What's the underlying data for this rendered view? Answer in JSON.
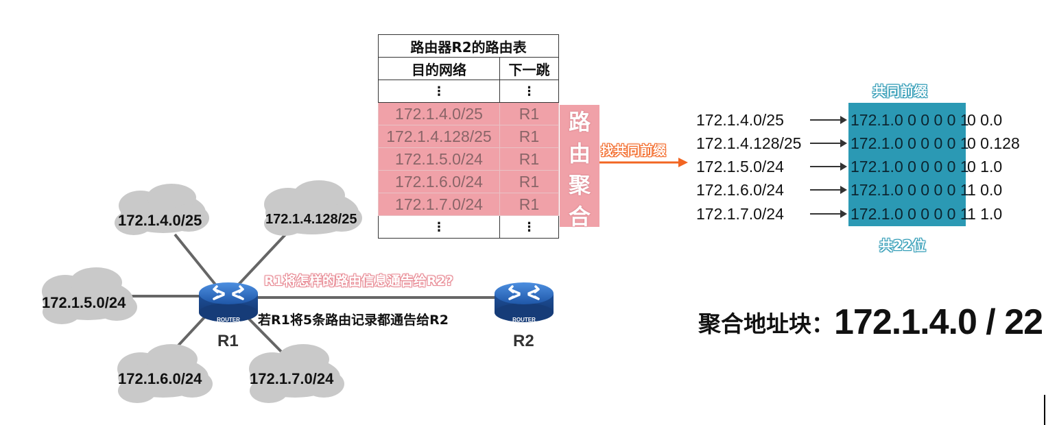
{
  "routing_table": {
    "title": "路由器R2的路由表",
    "headers": [
      "目的网络",
      "下一跳"
    ],
    "rows": [
      {
        "dest": "⋮",
        "hop": "⋮"
      },
      {
        "dest": "172.1.4.0/25",
        "hop": "R1"
      },
      {
        "dest": "172.1.4.128/25",
        "hop": "R1"
      },
      {
        "dest": "172.1.5.0/24",
        "hop": "R1"
      },
      {
        "dest": "172.1.6.0/24",
        "hop": "R1"
      },
      {
        "dest": "172.1.7.0/24",
        "hop": "R1"
      },
      {
        "dest": "⋮",
        "hop": "⋮"
      }
    ],
    "aggregation_label": [
      "路",
      "由",
      "聚",
      "合"
    ]
  },
  "find_prefix_label": "找共同前缀",
  "prefix": {
    "title": "共同前缀",
    "bits_label": "共22位",
    "rows": [
      {
        "addr": "172.1.4.0/25",
        "prefix": "172.1.0 0 0 0 0 1",
        "suffix": "0 0.0"
      },
      {
        "addr": "172.1.4.128/25",
        "prefix": "172.1.0 0 0 0 0 1",
        "suffix": "0 0.128"
      },
      {
        "addr": "172.1.5.0/24",
        "prefix": "172.1.0 0 0 0 0 1",
        "suffix": "0 1.0"
      },
      {
        "addr": "172.1.6.0/24",
        "prefix": "172.1.0 0 0 0 0 1",
        "suffix": "1 0.0"
      },
      {
        "addr": "172.1.7.0/24",
        "prefix": "172.1.0 0 0 0 0 1",
        "suffix": "1 1.0"
      }
    ]
  },
  "aggregate": {
    "label": "聚合地址块：",
    "value": "172.1.4.0 / 22"
  },
  "topology": {
    "networks": [
      "172.1.4.0/25",
      "172.1.4.128/25",
      "172.1.5.0/24",
      "172.1.6.0/24",
      "172.1.7.0/24"
    ],
    "routers": [
      "R1",
      "R2"
    ],
    "router_badge": "ROUTER",
    "question": "R1将怎样的路由信息通告给R2?",
    "note": "若R1将5条路由记录都通告给R2"
  },
  "colors": {
    "highlight_pink": "#f0a1a8",
    "prefix_teal": "#2b99b4",
    "arrow_orange": "#f26522",
    "cloud_gray": "#c9c9c9",
    "router_blue": "#2f6fbf"
  }
}
